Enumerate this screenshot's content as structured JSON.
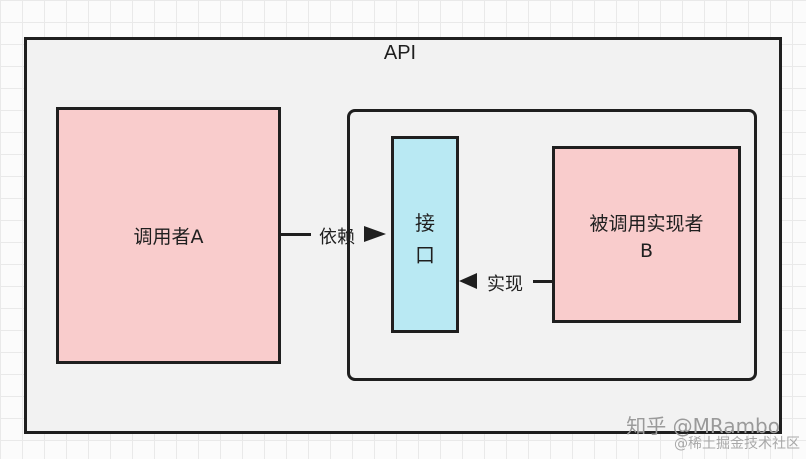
{
  "container": {
    "label": "API"
  },
  "caller": {
    "label": "调用者A"
  },
  "interface": {
    "label_line1": "接",
    "label_line2": "口"
  },
  "implementor": {
    "label_line1": "被调用实现者",
    "label_line2": "B"
  },
  "edges": {
    "depends": {
      "label": "依赖"
    },
    "implements": {
      "label": "实现"
    }
  },
  "watermark": {
    "top": "知乎 @MRambo",
    "bottom": "@稀土掘金技术社区"
  },
  "colors": {
    "container_fill": "#f2f2f2",
    "caller_fill": "#f9cccc",
    "interface_fill": "#b9e9f3",
    "implementor_fill": "#f9cccc",
    "stroke": "#1f1f1f"
  }
}
